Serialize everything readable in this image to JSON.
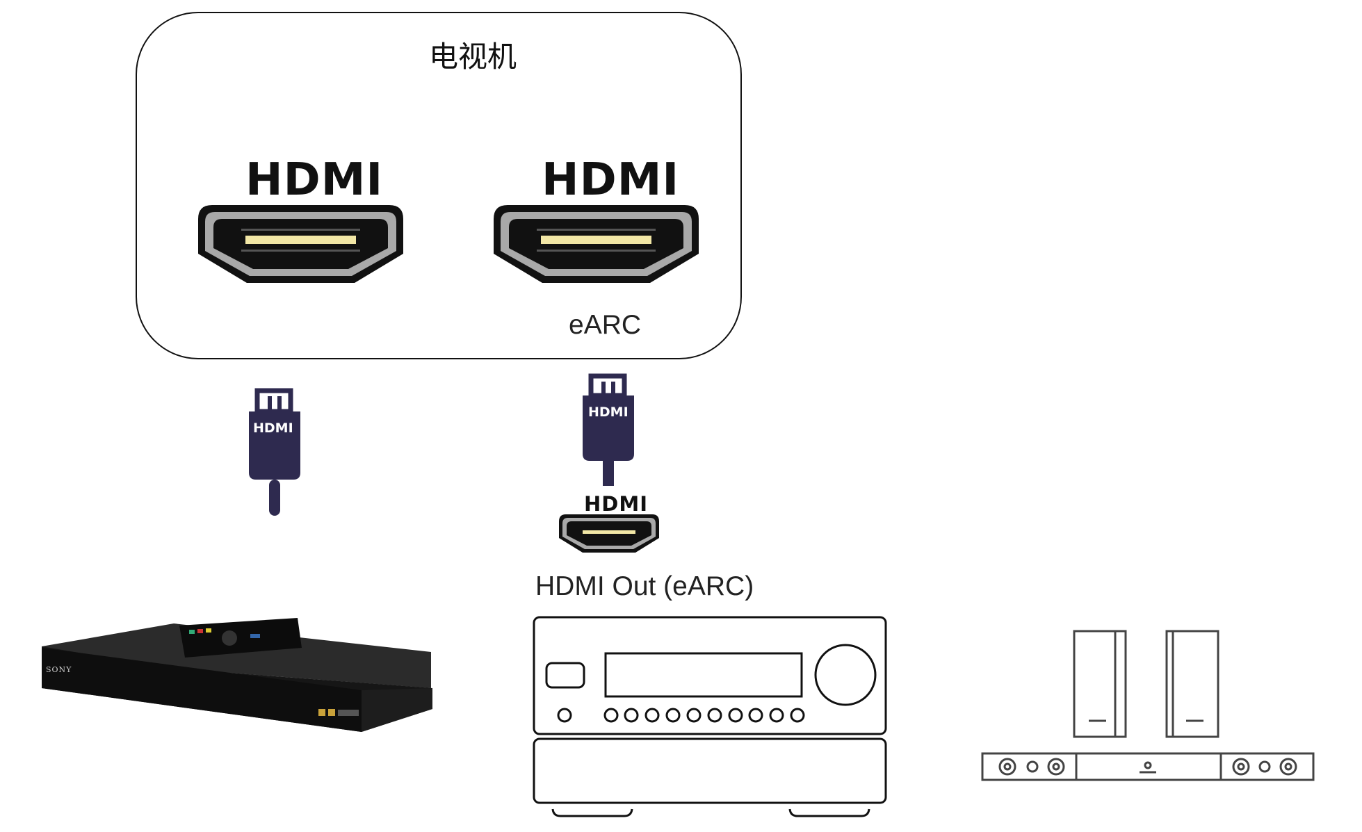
{
  "tv": {
    "title": "电视机",
    "port_left_label": "HDMI",
    "port_right_label": "HDMI",
    "port_right_sublabel": "eARC"
  },
  "cables": {
    "left_plug_label": "HDMI",
    "right_plug_label": "HDMI"
  },
  "receiver": {
    "port_label": "HDMI",
    "output_label": "HDMI Out (eARC)"
  },
  "player": {
    "brand_label": "SONY"
  },
  "icons": [
    "tv-hdmi-port-icon",
    "hdmi-plug-icon",
    "av-receiver-icon",
    "blu-ray-player-icon",
    "remote-control-icon",
    "soundbar-speakers-icon"
  ],
  "colors": {
    "plug": "#2e2a4f",
    "port_gold": "#f2e7a6",
    "port_gray": "#a9a9a9",
    "line": "#111111"
  }
}
